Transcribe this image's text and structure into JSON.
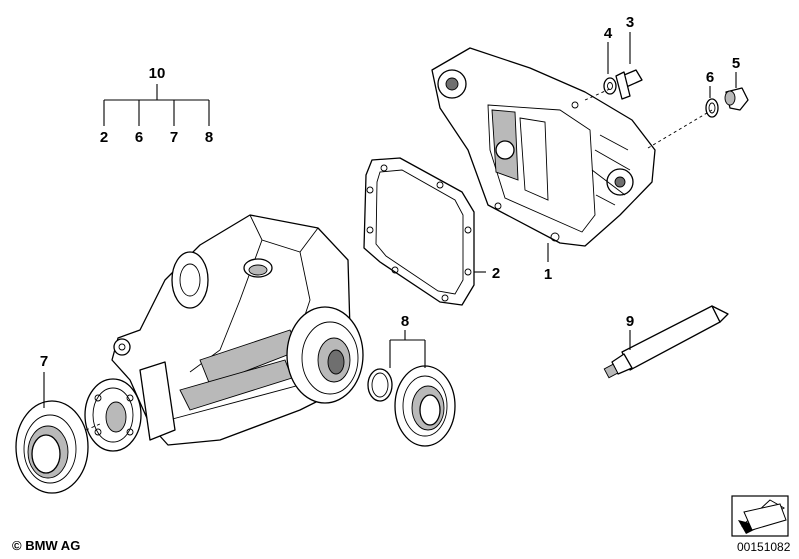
{
  "callouts": {
    "c10": "10",
    "c2_list": "2",
    "c6_list": "6",
    "c7_list": "7",
    "c8_list": "8",
    "c4": "4",
    "c3": "3",
    "c6": "6",
    "c5": "5",
    "c2": "2",
    "c1": "1",
    "c8": "8",
    "c9": "9",
    "c7": "7"
  },
  "footer": {
    "copyright": "© BMW AG",
    "diagram_id": "00151082"
  },
  "icons": {
    "corner": "arrow-box-icon"
  }
}
